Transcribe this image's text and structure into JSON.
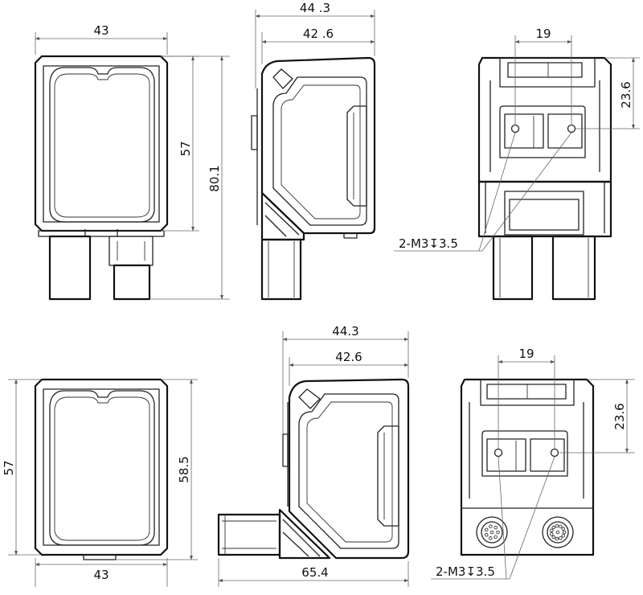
{
  "top_row": {
    "front": {
      "width": "43",
      "height_body": "57",
      "height_total": "80.1"
    },
    "side": {
      "depth_total": "44 .3",
      "depth_body": "42 .6"
    },
    "back": {
      "hole_spacing": "19",
      "hole_height": "23.6",
      "thread_callout": "2-M3↧3.5"
    }
  },
  "bottom_row": {
    "front": {
      "height_body": "57",
      "height_total": "58.5",
      "width": "43"
    },
    "side": {
      "depth_total": "44.3",
      "depth_body": "42.6",
      "length_total": "65.4"
    },
    "back": {
      "hole_spacing": "19",
      "hole_height": "23.6",
      "thread_callout": "2-M3↧3.5"
    }
  }
}
